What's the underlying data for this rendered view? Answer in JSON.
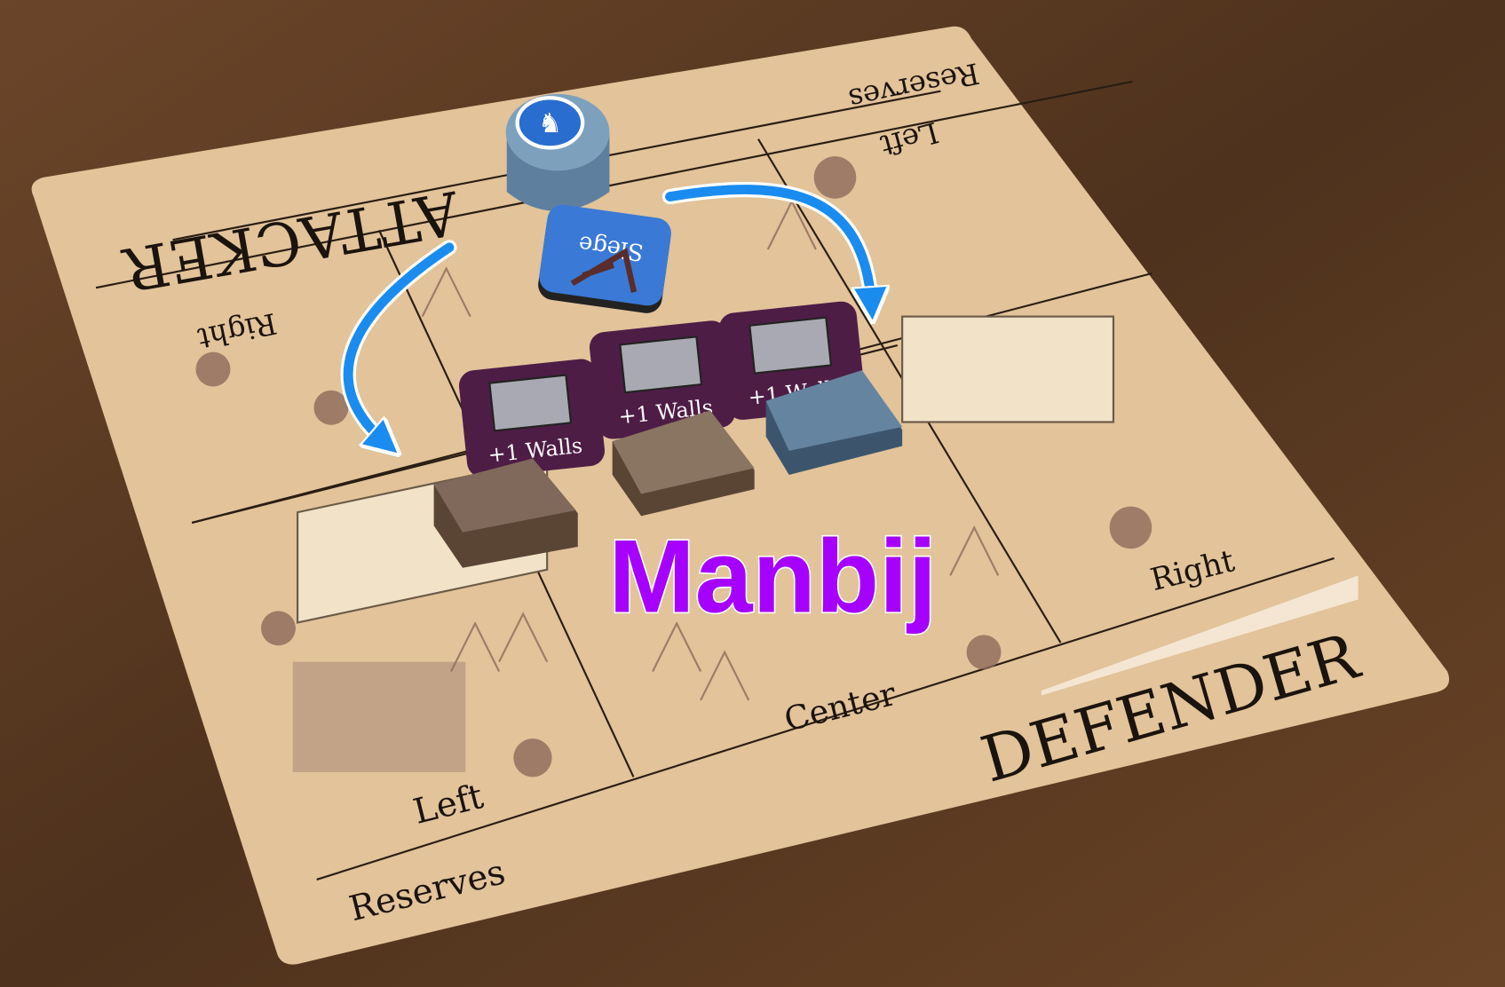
{
  "board": {
    "attacker_title": "ATTACKER",
    "defender_title": "DEFENDER",
    "attacker_zones": {
      "reserves": "Reserves",
      "left": "Left",
      "right": "Right"
    },
    "defender_zones": {
      "left": "Left",
      "center": "Center",
      "right": "Right",
      "reserves": "Reserves"
    }
  },
  "tokens": {
    "siege": "Siege",
    "walls": [
      "+1 Walls",
      "+1 Walls",
      "+1 Walls"
    ]
  },
  "location_label": "Manbij",
  "colors": {
    "board": "#e2c39a",
    "table": "#5a3a22",
    "siege_token": "#3a7ad6",
    "walls_token": "#4e1d46",
    "arrow": "#1a8cf0",
    "label": "#a600ff",
    "brown_block": "#6e5a48",
    "blue_block": "#5f7a92"
  }
}
